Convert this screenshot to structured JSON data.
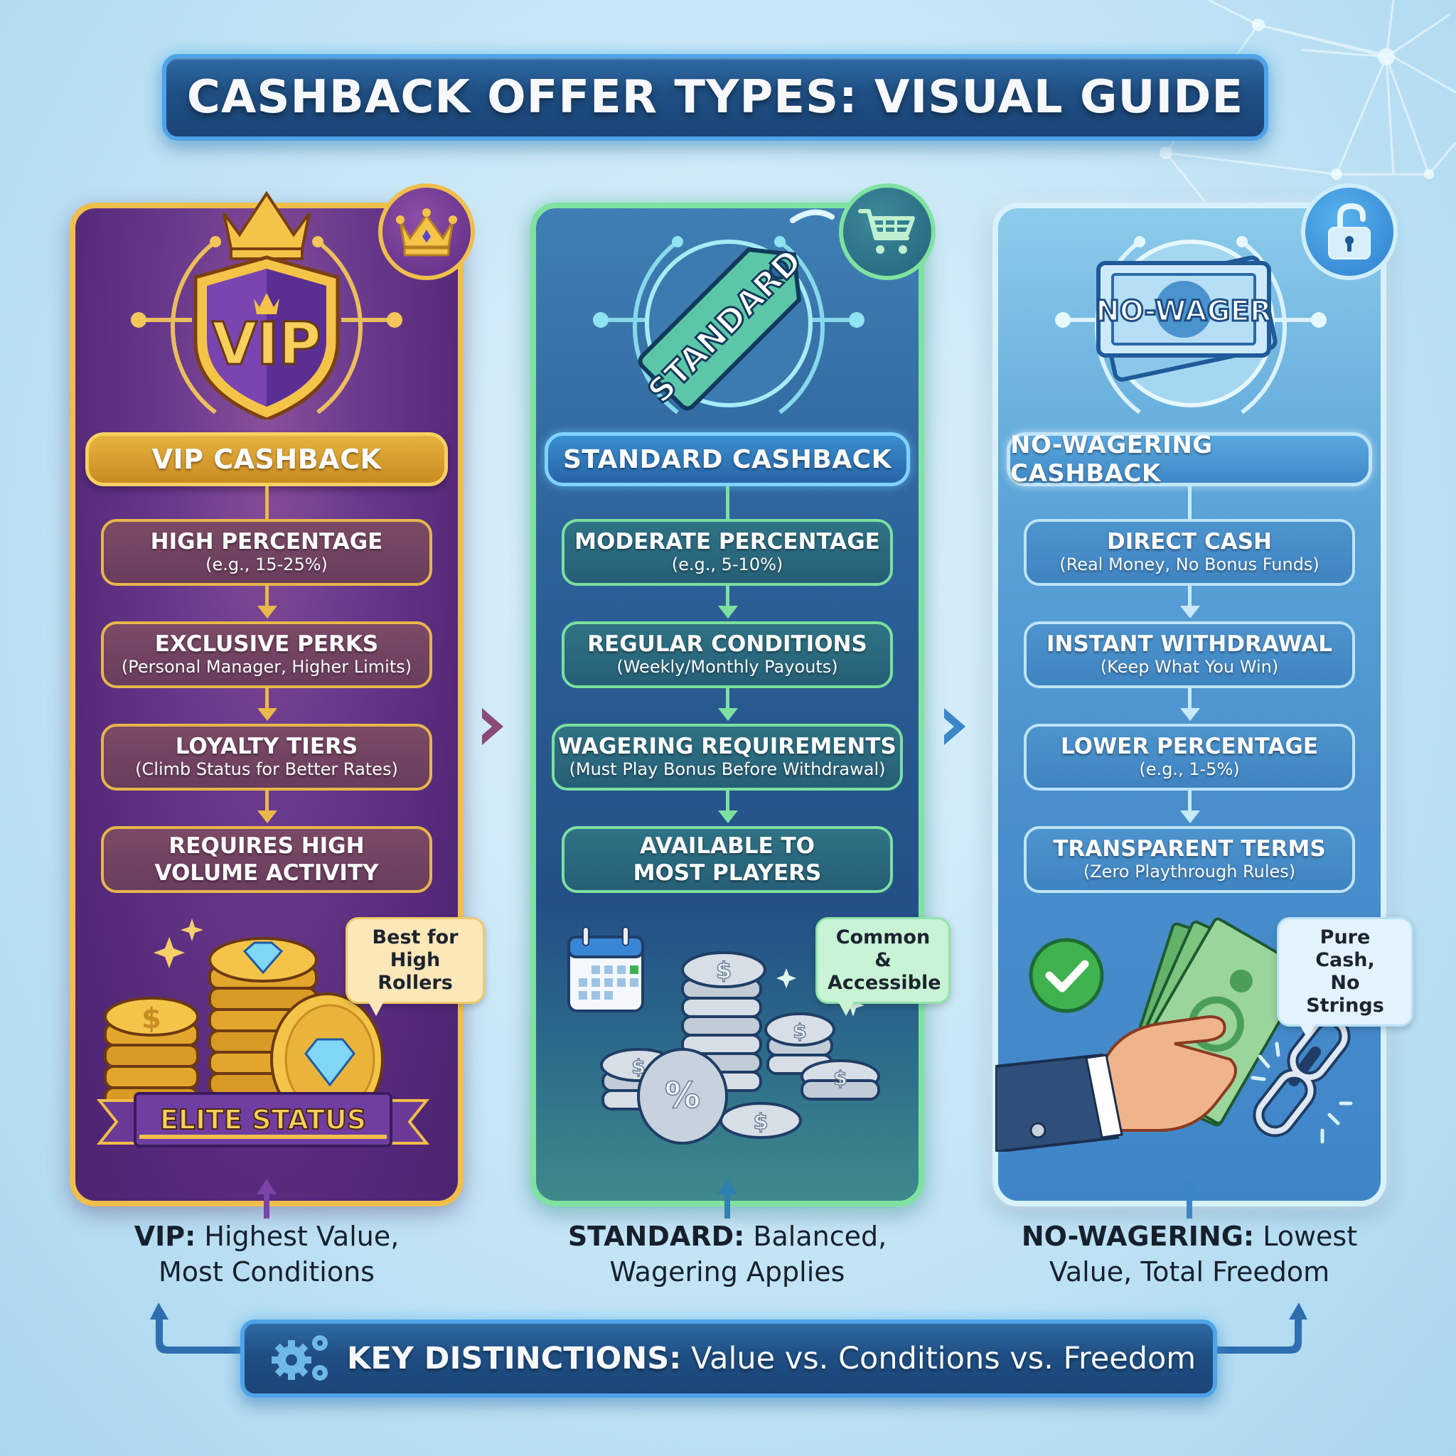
{
  "header": {
    "title": "CASHBACK OFFER TYPES: VISUAL GUIDE"
  },
  "columns": [
    {
      "id": "vip",
      "emblem_text": "VIP",
      "badge_icon": "crown-icon",
      "header": "VIP CASHBACK",
      "steps": [
        {
          "title": "HIGH PERCENTAGE",
          "subtitle": "(e.g., 15-25%)"
        },
        {
          "title": "EXCLUSIVE PERKS",
          "subtitle": "(Personal Manager, Higher Limits)"
        },
        {
          "title": "LOYALTY TIERS",
          "subtitle": "(Climb Status for Better Rates)"
        },
        {
          "title": "REQUIRES HIGH VOLUME ACTIVITY",
          "title_lines": [
            "REQUIRES HIGH",
            "VOLUME ACTIVITY"
          ],
          "subtitle": ""
        }
      ],
      "bubble": "Best for High Rollers",
      "bubble_lines": [
        "Best for",
        "High Rollers"
      ],
      "ribbon": "ELITE STATUS",
      "summary_label": "VIP:",
      "summary_text_1": " Highest Value,",
      "summary_text_2": "Most Conditions",
      "colors": {
        "accent": "#f0be4a",
        "bg": "#5a2a7e",
        "arrow": "#7a44a8"
      }
    },
    {
      "id": "standard",
      "emblem_text": "STANDARD",
      "badge_icon": "shopping-cart-icon",
      "header": "STANDARD CASHBACK",
      "steps": [
        {
          "title": "MODERATE PERCENTAGE",
          "subtitle": "(e.g., 5-10%)"
        },
        {
          "title": "REGULAR CONDITIONS",
          "subtitle": "(Weekly/Monthly Payouts)"
        },
        {
          "title": "WAGERING REQUIREMENTS",
          "subtitle": "(Must Play Bonus Before Withdrawal)"
        },
        {
          "title": "AVAILABLE TO MOST PLAYERS",
          "title_lines": [
            "AVAILABLE TO",
            "MOST PLAYERS"
          ],
          "subtitle": ""
        }
      ],
      "bubble": "Common & Accessible",
      "bubble_lines": [
        "Common &",
        "Accessible"
      ],
      "summary_label": "STANDARD:",
      "summary_text_1": " Balanced,",
      "summary_text_2": "Wagering Applies",
      "colors": {
        "accent": "#7fe2a0",
        "bg": "#2a5d93",
        "arrow": "#2f7fb0"
      }
    },
    {
      "id": "no-wagering",
      "emblem_text": "NO-WAGER",
      "badge_icon": "unlocked-padlock-icon",
      "header": "NO-WAGERING CASHBACK",
      "steps": [
        {
          "title": "DIRECT CASH",
          "subtitle": "(Real Money, No Bonus Funds)"
        },
        {
          "title": "INSTANT WITHDRAWAL",
          "subtitle": "(Keep What You Win)"
        },
        {
          "title": "LOWER PERCENTAGE",
          "subtitle": "(e.g., 1-5%)"
        },
        {
          "title": "TRANSPARENT TERMS",
          "subtitle": "(Zero Playthrough Rules)"
        }
      ],
      "bubble": "Pure Cash, No Strings",
      "bubble_lines": [
        "Pure Cash,",
        "No Strings"
      ],
      "summary_label": "NO-WAGERING:",
      "summary_text_1": " Lowest",
      "summary_text_2": "Value, Total Freedom",
      "colors": {
        "accent": "#d8f1fb",
        "bg": "#4a8fcc",
        "arrow": "#3a86c6"
      }
    }
  ],
  "footer": {
    "label": "KEY DISTINCTIONS:",
    "text": " Value vs. Conditions vs. Freedom",
    "icon": "gears-icon"
  }
}
